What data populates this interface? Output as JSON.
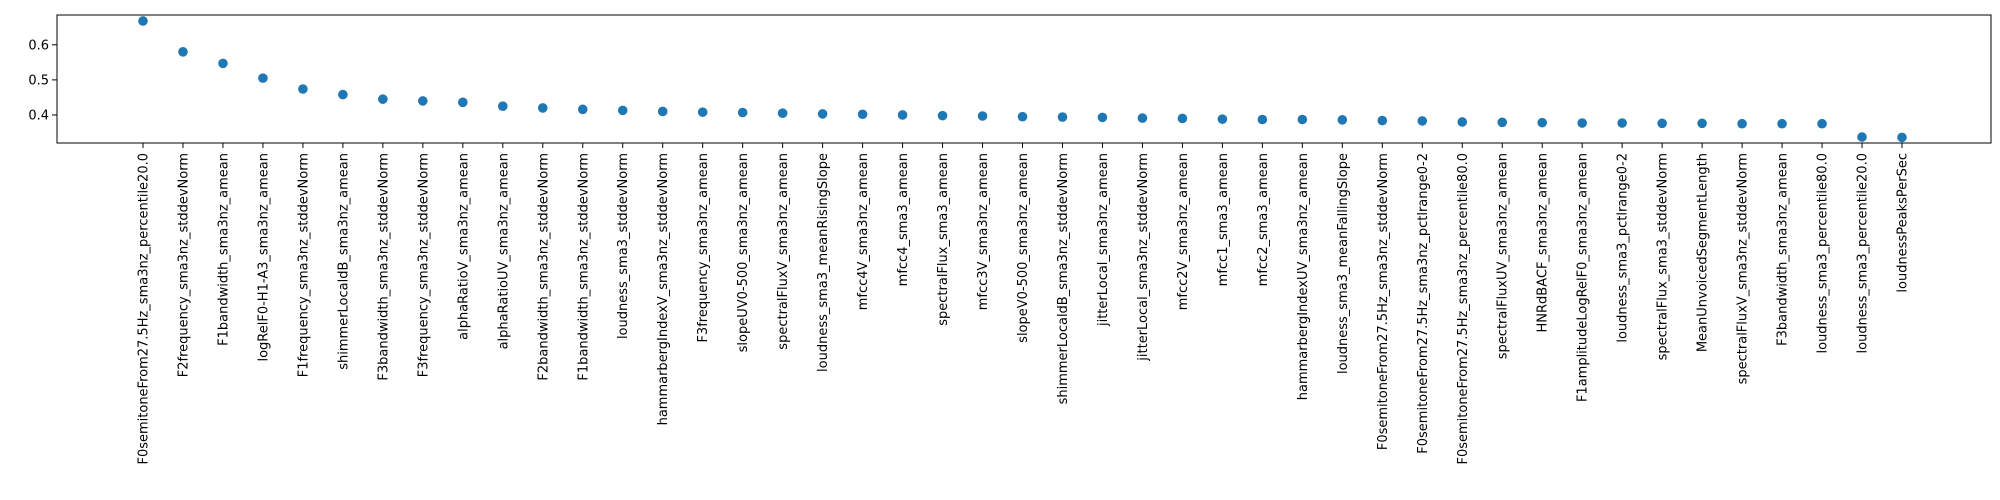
{
  "chart_data": {
    "type": "scatter",
    "title": "",
    "xlabel": "",
    "ylabel": "",
    "ylim": [
      0.32,
      0.685
    ],
    "yticks": [
      0.4,
      0.5,
      0.6
    ],
    "ytick_labels": [
      "0.4",
      "0.5",
      "0.6"
    ],
    "grid": false,
    "marker_color": "#1f77b4",
    "categories": [
      "F0semitoneFrom27.5Hz_sma3nz_percentile20.0",
      "F2frequency_sma3nz_stddevNorm",
      "F1bandwidth_sma3nz_amean",
      "logRelF0-H1-A3_sma3nz_amean",
      "F1frequency_sma3nz_stddevNorm",
      "shimmerLocaldB_sma3nz_amean",
      "F3bandwidth_sma3nz_stddevNorm",
      "F3frequency_sma3nz_stddevNorm",
      "alphaRatioV_sma3nz_amean",
      "alphaRatioUV_sma3nz_amean",
      "F2bandwidth_sma3nz_stddevNorm",
      "F1bandwidth_sma3nz_stddevNorm",
      "loudness_sma3_stddevNorm",
      "hammarbergIndexV_sma3nz_stddevNorm",
      "F3frequency_sma3nz_amean",
      "slopeUV0-500_sma3nz_amean",
      "spectralFluxV_sma3nz_amean",
      "loudness_sma3_meanRisingSlope",
      "mfcc4V_sma3nz_amean",
      "mfcc4_sma3_amean",
      "spectralFlux_sma3_amean",
      "mfcc3V_sma3nz_amean",
      "slopeV0-500_sma3nz_amean",
      "shimmerLocaldB_sma3nz_stddevNorm",
      "jitterLocal_sma3nz_amean",
      "jitterLocal_sma3nz_stddevNorm",
      "mfcc2V_sma3nz_amean",
      "mfcc1_sma3_amean",
      "mfcc2_sma3_amean",
      "hammarbergIndexUV_sma3nz_amean",
      "loudness_sma3_meanFallingSlope",
      "F0semitoneFrom27.5Hz_sma3nz_stddevNorm",
      "F0semitoneFrom27.5Hz_sma3nz_pctlrange0-2",
      "F0semitoneFrom27.5Hz_sma3nz_percentile80.0",
      "spectralFluxUV_sma3nz_amean",
      "HNRdBACF_sma3nz_amean",
      "F1amplitudeLogRelF0_sma3nz_amean",
      "loudness_sma3_pctlrange0-2",
      "spectralFlux_sma3_stddevNorm",
      "MeanUnvoicedSegmentLength",
      "spectralFluxV_sma3nz_stddevNorm",
      "F3bandwidth_sma3nz_amean",
      "loudness_sma3_percentile80.0",
      "loudness_sma3_percentile20.0",
      "loudnessPeaksPerSec"
    ],
    "values": [
      0.668,
      0.58,
      0.547,
      0.505,
      0.474,
      0.458,
      0.445,
      0.44,
      0.436,
      0.425,
      0.42,
      0.416,
      0.413,
      0.41,
      0.408,
      0.407,
      0.405,
      0.403,
      0.402,
      0.4,
      0.398,
      0.397,
      0.395,
      0.394,
      0.393,
      0.391,
      0.39,
      0.388,
      0.387,
      0.387,
      0.386,
      0.384,
      0.383,
      0.38,
      0.379,
      0.378,
      0.377,
      0.377,
      0.376,
      0.376,
      0.375,
      0.375,
      0.375,
      0.337,
      0.336
    ]
  }
}
